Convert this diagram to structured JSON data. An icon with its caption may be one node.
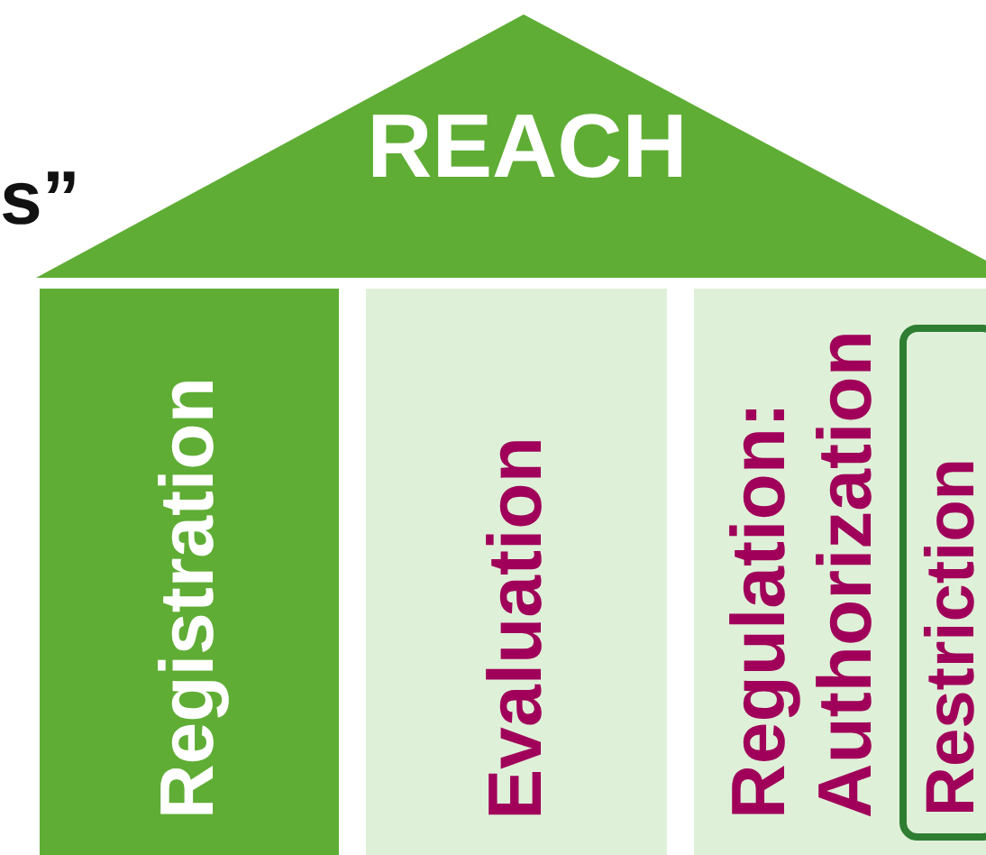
{
  "diagram": {
    "nodes": [
      {
        "text": [
          "REACH"
        ]
      },
      {
        "text": [
          "Registration"
        ]
      },
      {
        "text": [
          "Evaluation"
        ]
      },
      {
        "text": [
          "Regulation:",
          "Authorization"
        ]
      },
      {
        "text": [
          "Restriction"
        ],
        "in": 3
      }
    ],
    "labels": [
      "s”"
    ]
  }
}
